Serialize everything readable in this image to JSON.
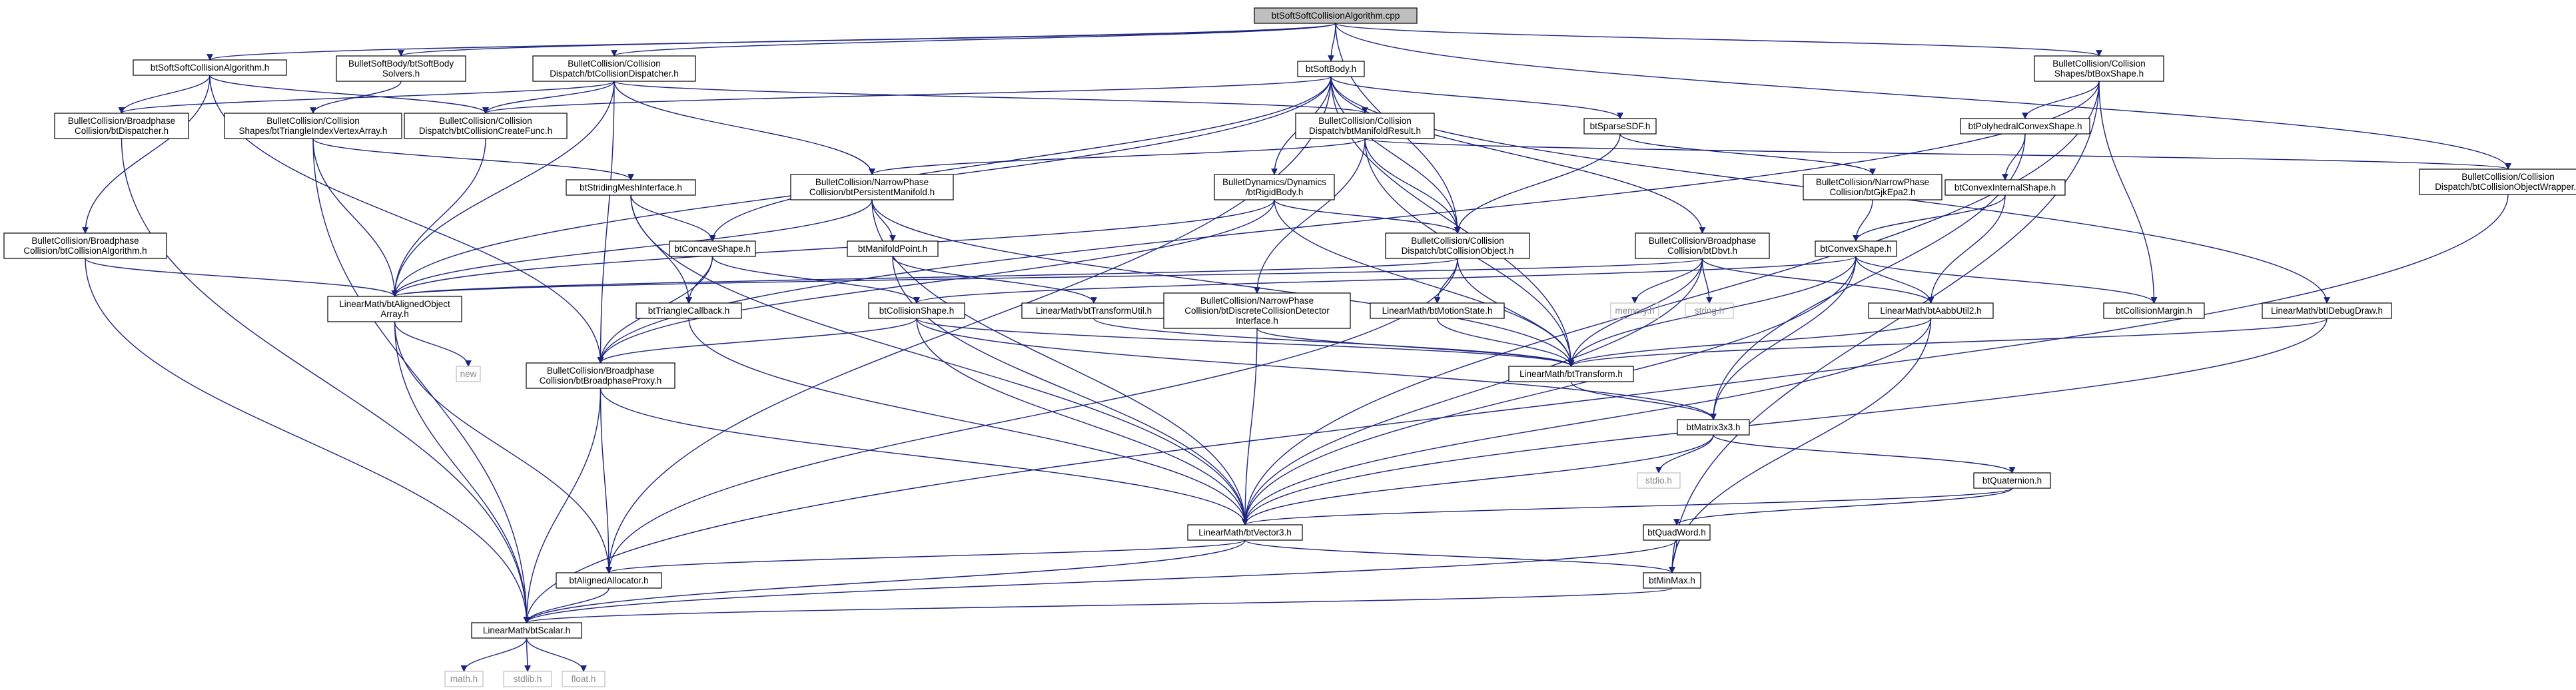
{
  "diagram": {
    "nodes": [
      {
        "id": "root",
        "lines": [
          "btSoftSoftCollisionAlgorithm.cpp"
        ]
      },
      {
        "id": "ssalg",
        "lines": [
          "btSoftSoftCollisionAlgorithm.h"
        ]
      },
      {
        "id": "sbsolvers",
        "lines": [
          "BulletSoftBody/btSoftBody",
          "Solvers.h"
        ]
      },
      {
        "id": "colldisp",
        "lines": [
          "BulletCollision/Collision",
          "Dispatch/btCollisionDispatcher.h"
        ]
      },
      {
        "id": "softbody",
        "lines": [
          "btSoftBody.h"
        ]
      },
      {
        "id": "boxshape",
        "lines": [
          "BulletCollision/Collision",
          "Shapes/btBoxShape.h"
        ]
      },
      {
        "id": "dispatcher",
        "lines": [
          "BulletCollision/Broadphase",
          "Collision/btDispatcher.h"
        ]
      },
      {
        "id": "trimesh",
        "lines": [
          "BulletCollision/Collision",
          "Shapes/btTriangleIndexVertexArray.h"
        ]
      },
      {
        "id": "createfunc",
        "lines": [
          "BulletCollision/Collision",
          "Dispatch/btCollisionCreateFunc.h"
        ]
      },
      {
        "id": "manifoldresult",
        "lines": [
          "BulletCollision/Collision",
          "Dispatch/btManifoldResult.h"
        ]
      },
      {
        "id": "sparsesdf",
        "lines": [
          "btSparseSDF.h"
        ]
      },
      {
        "id": "polyhedral",
        "lines": [
          "btPolyhedralConvexShape.h"
        ]
      },
      {
        "id": "objwrapper",
        "lines": [
          "BulletCollision/Collision",
          "Dispatch/btCollisionObjectWrapper.h"
        ]
      },
      {
        "id": "bpalg",
        "lines": [
          "BulletCollision/Broadphase",
          "Collision/btCollisionAlgorithm.h"
        ]
      },
      {
        "id": "stridingmesh",
        "lines": [
          "btStridingMeshInterface.h"
        ]
      },
      {
        "id": "persmanifold",
        "lines": [
          "BulletCollision/NarrowPhase",
          "Collision/btPersistentManifold.h"
        ]
      },
      {
        "id": "rigidbody",
        "lines": [
          "BulletDynamics/Dynamics",
          "/btRigidBody.h"
        ]
      },
      {
        "id": "gjkepa",
        "lines": [
          "BulletCollision/NarrowPhase",
          "Collision/btGjkEpa2.h"
        ]
      },
      {
        "id": "convexinternal",
        "lines": [
          "btConvexInternalShape.h"
        ]
      },
      {
        "id": "alignedobjarr",
        "lines": [
          "LinearMath/btAlignedObject",
          "Array.h"
        ]
      },
      {
        "id": "concave",
        "lines": [
          "btConcaveShape.h"
        ]
      },
      {
        "id": "manifoldpoint",
        "lines": [
          "btManifoldPoint.h"
        ]
      },
      {
        "id": "collobject",
        "lines": [
          "BulletCollision/Collision",
          "Dispatch/btCollisionObject.h"
        ]
      },
      {
        "id": "dbvt",
        "lines": [
          "BulletCollision/Broadphase",
          "Collision/btDbvt.h"
        ]
      },
      {
        "id": "convexshape",
        "lines": [
          "btConvexShape.h"
        ]
      },
      {
        "id": "trianglecb",
        "lines": [
          "btTriangleCallback.h"
        ]
      },
      {
        "id": "collshape",
        "lines": [
          "btCollisionShape.h"
        ]
      },
      {
        "id": "transformutil",
        "lines": [
          "LinearMath/btTransformUtil.h"
        ]
      },
      {
        "id": "discretecoll",
        "lines": [
          "BulletCollision/NarrowPhase",
          "Collision/btDiscreteCollisionDetector",
          "Interface.h"
        ]
      },
      {
        "id": "motionstate",
        "lines": [
          "LinearMath/btMotionState.h"
        ]
      },
      {
        "id": "memory",
        "lines": [
          "memory.h"
        ]
      },
      {
        "id": "string",
        "lines": [
          "string.h"
        ]
      },
      {
        "id": "aabbutil",
        "lines": [
          "LinearMath/btAabbUtil2.h"
        ]
      },
      {
        "id": "collmargin",
        "lines": [
          "btCollisionMargin.h"
        ]
      },
      {
        "id": "debugdraw",
        "lines": [
          "LinearMath/btIDebugDraw.h"
        ]
      },
      {
        "id": "new",
        "lines": [
          "new"
        ]
      },
      {
        "id": "bproxy",
        "lines": [
          "BulletCollision/Broadphase",
          "Collision/btBroadphaseProxy.h"
        ]
      },
      {
        "id": "transform",
        "lines": [
          "LinearMath/btTransform.h"
        ]
      },
      {
        "id": "matrix",
        "lines": [
          "btMatrix3x3.h"
        ]
      },
      {
        "id": "stdio",
        "lines": [
          "stdio.h"
        ]
      },
      {
        "id": "quaternion",
        "lines": [
          "btQuaternion.h"
        ]
      },
      {
        "id": "vector3",
        "lines": [
          "LinearMath/btVector3.h"
        ]
      },
      {
        "id": "quadword",
        "lines": [
          "btQuadWord.h"
        ]
      },
      {
        "id": "allocator",
        "lines": [
          "btAlignedAllocator.h"
        ]
      },
      {
        "id": "minmax",
        "lines": [
          "btMinMax.h"
        ]
      },
      {
        "id": "scalar",
        "lines": [
          "LinearMath/btScalar.h"
        ]
      },
      {
        "id": "math",
        "lines": [
          "math.h"
        ]
      },
      {
        "id": "stdlib",
        "lines": [
          "stdlib.h"
        ]
      },
      {
        "id": "float",
        "lines": [
          "float.h"
        ]
      }
    ],
    "edges": [
      [
        "root",
        "ssalg"
      ],
      [
        "root",
        "sbsolvers"
      ],
      [
        "root",
        "colldisp"
      ],
      [
        "root",
        "softbody"
      ],
      [
        "root",
        "collobject"
      ],
      [
        "root",
        "boxshape"
      ],
      [
        "root",
        "objwrapper"
      ],
      [
        "ssalg",
        "dispatcher"
      ],
      [
        "ssalg",
        "createfunc"
      ],
      [
        "ssalg",
        "bpalg"
      ],
      [
        "ssalg",
        "bproxy"
      ],
      [
        "sbsolvers",
        "trimesh"
      ],
      [
        "colldisp",
        "dispatcher"
      ],
      [
        "colldisp",
        "createfunc"
      ],
      [
        "colldisp",
        "manifoldresult"
      ],
      [
        "colldisp",
        "persmanifold"
      ],
      [
        "colldisp",
        "alignedobjarr"
      ],
      [
        "colldisp",
        "bproxy"
      ],
      [
        "softbody",
        "createfunc"
      ],
      [
        "softbody",
        "alignedobjarr"
      ],
      [
        "softbody",
        "concave"
      ],
      [
        "softbody",
        "rigidbody"
      ],
      [
        "softbody",
        "collobject"
      ],
      [
        "softbody",
        "sparsesdf"
      ],
      [
        "softbody",
        "dbvt"
      ],
      [
        "softbody",
        "transform"
      ],
      [
        "softbody",
        "debugdraw"
      ],
      [
        "softbody",
        "allocator"
      ],
      [
        "boxshape",
        "polyhedral"
      ],
      [
        "boxshape",
        "collmargin"
      ],
      [
        "boxshape",
        "vector3"
      ],
      [
        "boxshape",
        "minmax"
      ],
      [
        "boxshape",
        "bproxy"
      ],
      [
        "dispatcher",
        "scalar"
      ],
      [
        "trimesh",
        "stridingmesh"
      ],
      [
        "trimesh",
        "alignedobjarr"
      ],
      [
        "trimesh",
        "scalar"
      ],
      [
        "createfunc",
        "alignedobjarr"
      ],
      [
        "manifoldresult",
        "persmanifold"
      ],
      [
        "manifoldresult",
        "collobject"
      ],
      [
        "manifoldresult",
        "discretecoll"
      ],
      [
        "manifoldresult",
        "transform"
      ],
      [
        "manifoldresult",
        "objwrapper"
      ],
      [
        "sparsesdf",
        "collobject"
      ],
      [
        "sparsesdf",
        "gjkepa"
      ],
      [
        "polyhedral",
        "convexinternal"
      ],
      [
        "polyhedral",
        "matrix"
      ],
      [
        "objwrapper",
        "scalar"
      ],
      [
        "bpalg",
        "alignedobjarr"
      ],
      [
        "bpalg",
        "scalar"
      ],
      [
        "stridingmesh",
        "concave"
      ],
      [
        "stridingmesh",
        "trianglecb"
      ],
      [
        "stridingmesh",
        "vector3"
      ],
      [
        "persmanifold",
        "manifoldpoint"
      ],
      [
        "persmanifold",
        "alignedobjarr"
      ],
      [
        "persmanifold",
        "transform"
      ],
      [
        "persmanifold",
        "vector3"
      ],
      [
        "rigidbody",
        "alignedobjarr"
      ],
      [
        "rigidbody",
        "collobject"
      ],
      [
        "rigidbody",
        "transform"
      ],
      [
        "rigidbody",
        "bproxy"
      ],
      [
        "gjkepa",
        "convexshape"
      ],
      [
        "convexinternal",
        "convexshape"
      ],
      [
        "convexinternal",
        "aabbutil"
      ],
      [
        "alignedobjarr",
        "new"
      ],
      [
        "alignedobjarr",
        "allocator"
      ],
      [
        "alignedobjarr",
        "scalar"
      ],
      [
        "concave",
        "collshape"
      ],
      [
        "concave",
        "trianglecb"
      ],
      [
        "concave",
        "bproxy"
      ],
      [
        "manifoldpoint",
        "transformutil"
      ],
      [
        "manifoldpoint",
        "vector3"
      ],
      [
        "collobject",
        "alignedobjarr"
      ],
      [
        "collobject",
        "motionstate"
      ],
      [
        "collobject",
        "transform"
      ],
      [
        "collobject",
        "allocator"
      ],
      [
        "dbvt",
        "memory"
      ],
      [
        "dbvt",
        "string"
      ],
      [
        "dbvt",
        "aabbutil"
      ],
      [
        "dbvt",
        "transform"
      ],
      [
        "dbvt",
        "vector3"
      ],
      [
        "dbvt",
        "alignedobjarr"
      ],
      [
        "convexshape",
        "collshape"
      ],
      [
        "convexshape",
        "collmargin"
      ],
      [
        "convexshape",
        "aabbutil"
      ],
      [
        "convexshape",
        "transform"
      ],
      [
        "convexshape",
        "matrix"
      ],
      [
        "convexshape",
        "vector3"
      ],
      [
        "trianglecb",
        "vector3"
      ],
      [
        "collshape",
        "transform"
      ],
      [
        "collshape",
        "matrix"
      ],
      [
        "collshape",
        "vector3"
      ],
      [
        "collshape",
        "bproxy"
      ],
      [
        "transformutil",
        "transform"
      ],
      [
        "discretecoll",
        "transform"
      ],
      [
        "discretecoll",
        "vector3"
      ],
      [
        "motionstate",
        "transform"
      ],
      [
        "aabbutil",
        "transform"
      ],
      [
        "aabbutil",
        "vector3"
      ],
      [
        "aabbutil",
        "minmax"
      ],
      [
        "debugdraw",
        "transform"
      ],
      [
        "debugdraw",
        "vector3"
      ],
      [
        "bproxy",
        "vector3"
      ],
      [
        "bproxy",
        "allocator"
      ],
      [
        "bproxy",
        "scalar"
      ],
      [
        "transform",
        "matrix"
      ],
      [
        "matrix",
        "stdio"
      ],
      [
        "matrix",
        "vector3"
      ],
      [
        "matrix",
        "quaternion"
      ],
      [
        "quaternion",
        "quadword"
      ],
      [
        "quaternion",
        "vector3"
      ],
      [
        "vector3",
        "scalar"
      ],
      [
        "vector3",
        "minmax"
      ],
      [
        "vector3",
        "allocator"
      ],
      [
        "quadword",
        "scalar"
      ],
      [
        "quadword",
        "minmax"
      ],
      [
        "allocator",
        "scalar"
      ],
      [
        "minmax",
        "scalar"
      ],
      [
        "scalar",
        "math"
      ],
      [
        "scalar",
        "stdlib"
      ],
      [
        "scalar",
        "float"
      ]
    ]
  }
}
